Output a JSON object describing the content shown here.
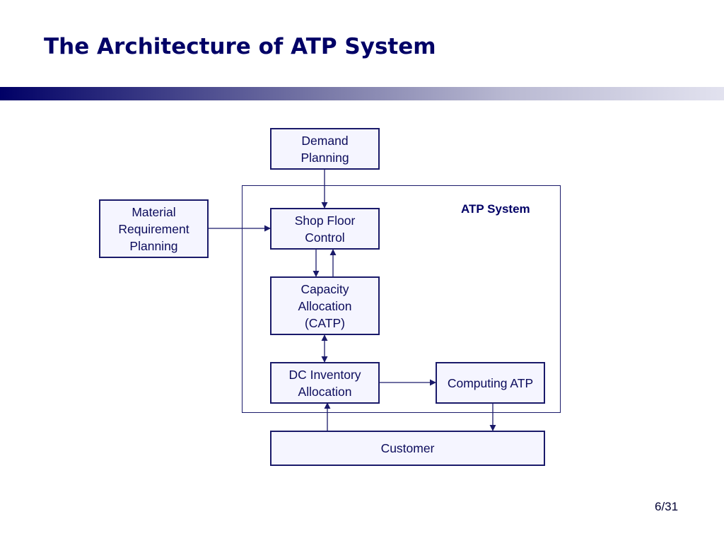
{
  "slide": {
    "title": "The Architecture of ATP System",
    "page_number": "6/31"
  },
  "diagram": {
    "frame_label": "ATP System",
    "nodes": {
      "demand_planning": "Demand\nPlanning",
      "mrp": "Material\nRequirement\nPlanning",
      "shop_floor": "Shop Floor\nControl",
      "capacity_allocation": "Capacity\nAllocation\n(CATP)",
      "dc_inventory": "DC Inventory\nAllocation",
      "computing_atp": "Computing ATP",
      "customer": "Customer"
    },
    "edges": [
      {
        "from": "demand_planning",
        "to": "shop_floor"
      },
      {
        "from": "mrp",
        "to": "shop_floor"
      },
      {
        "from": "shop_floor",
        "to": "capacity_allocation"
      },
      {
        "from": "capacity_allocation",
        "to": "shop_floor"
      },
      {
        "from": "capacity_allocation",
        "to": "dc_inventory",
        "bidirectional": true
      },
      {
        "from": "dc_inventory",
        "to": "computing_atp"
      },
      {
        "from": "customer",
        "to": "dc_inventory"
      },
      {
        "from": "computing_atp",
        "to": "customer"
      }
    ]
  }
}
